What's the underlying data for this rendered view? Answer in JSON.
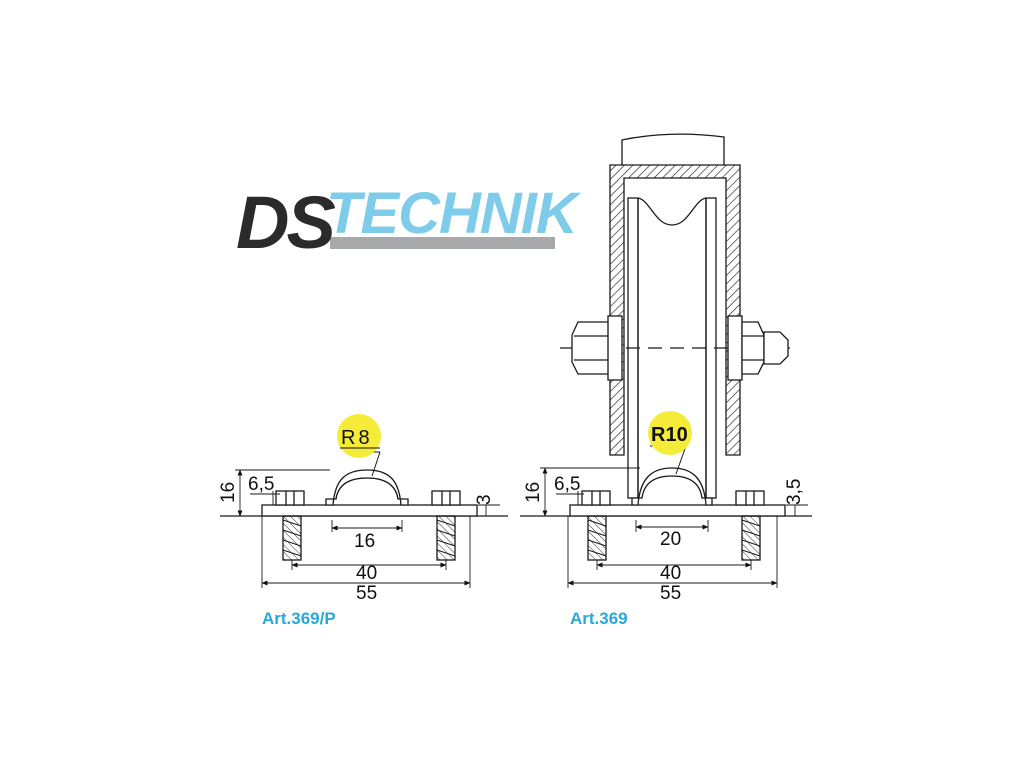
{
  "logo": {
    "part1": "DS",
    "part2": "TECHNIK",
    "colors": {
      "ds": "#2b2b2b",
      "technik": "#7ecbea",
      "underline": "#a7a9ab"
    }
  },
  "left_part": {
    "article": "Art.369/P",
    "radius": "R8",
    "dims": {
      "height": "16",
      "hole": "6,5",
      "thickness": "3",
      "inner_width": "16",
      "hole_spacing": "40",
      "overall_length": "55"
    }
  },
  "right_part": {
    "article": "Art.369",
    "radius": "R10",
    "dims": {
      "height": "16",
      "hole": "6,5",
      "thickness": "3,5",
      "inner_width": "20",
      "hole_spacing": "40",
      "overall_length": "55"
    }
  },
  "colors": {
    "highlight": "#f5ec3a",
    "article": "#2aa7d9",
    "line": "#1a1a1a"
  }
}
